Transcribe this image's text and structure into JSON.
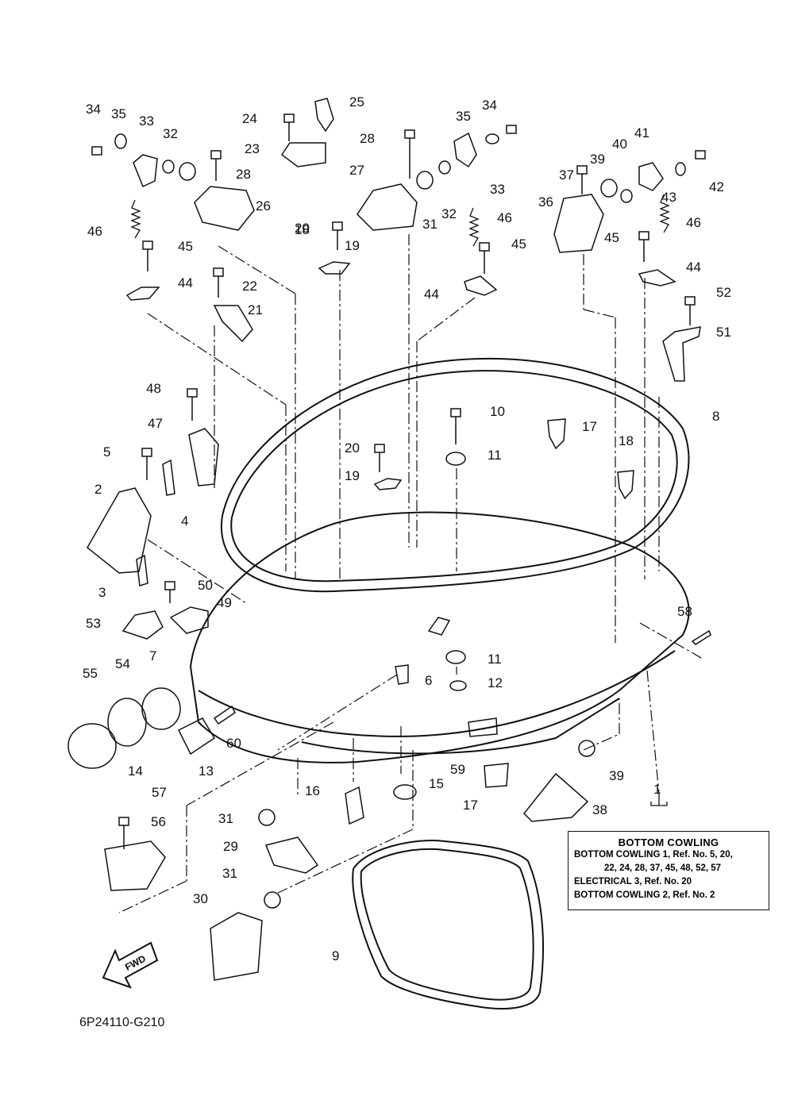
{
  "diagram": {
    "part_code": "6P24110-G210",
    "fwd_label": "FWD",
    "callouts": [
      "1",
      "2",
      "3",
      "4",
      "5",
      "6",
      "7",
      "8",
      "9",
      "10",
      "11",
      "11",
      "12",
      "13",
      "14",
      "15",
      "16",
      "17",
      "17",
      "18",
      "18",
      "19",
      "19",
      "20",
      "20",
      "21",
      "22",
      "23",
      "24",
      "25",
      "26",
      "27",
      "28",
      "28",
      "29",
      "30",
      "31",
      "31",
      "31",
      "32",
      "32",
      "33",
      "33",
      "34",
      "34",
      "35",
      "35",
      "36",
      "37",
      "38",
      "39",
      "39",
      "40",
      "41",
      "42",
      "43",
      "44",
      "44",
      "44",
      "45",
      "45",
      "45",
      "46",
      "46",
      "46",
      "47",
      "48",
      "49",
      "50",
      "51",
      "52",
      "53",
      "54",
      "55",
      "56",
      "57",
      "58",
      "59",
      "60"
    ]
  },
  "legend": {
    "title": "BOTTOM COWLING",
    "lines": [
      "BOTTOM COWLING 1,  Ref. No. 5, 20,",
      "22, 24, 28, 37, 45, 48, 52, 57",
      "ELECTRICAL 3,  Ref. No. 20",
      "BOTTOM COWLING 2,  Ref. No. 2"
    ]
  }
}
